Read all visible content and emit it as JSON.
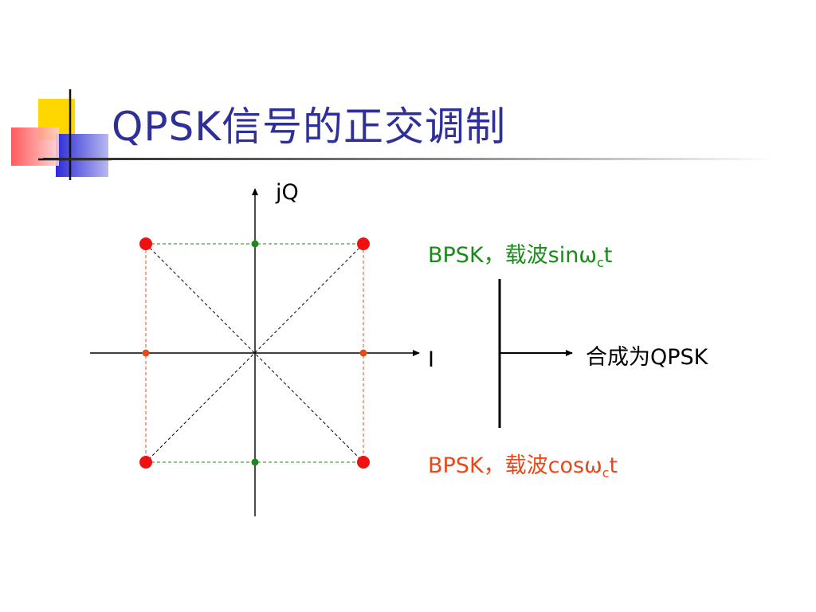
{
  "title": "QPSK信号的正交调制",
  "colors": {
    "title": "#2f2f9a",
    "sin_branch": "#1b8a1b",
    "cos_branch": "#e8491c",
    "constellation_point": "#ee1111",
    "axis": "#000000",
    "logo_yellow": "#ffd700",
    "logo_blue": "#2b2bd6",
    "logo_red": "#ff4a4a"
  },
  "diagram": {
    "q_axis_label": "jQ",
    "i_axis_label": "I",
    "sin_branch": {
      "prefix": "BPSK，载波sinω",
      "subscript": "c",
      "suffix": "t"
    },
    "cos_branch": {
      "prefix": "BPSK，载波cosω",
      "subscript": "c",
      "suffix": "t"
    },
    "result_label": "合成为QPSK",
    "constellation": {
      "qpsk_points": [
        [
          1,
          1
        ],
        [
          -1,
          1
        ],
        [
          -1,
          -1
        ],
        [
          1,
          -1
        ]
      ],
      "sin_bpsk_points": [
        [
          0,
          1
        ],
        [
          0,
          -1
        ]
      ],
      "cos_bpsk_points": [
        [
          1,
          0
        ],
        [
          -1,
          0
        ]
      ]
    }
  }
}
